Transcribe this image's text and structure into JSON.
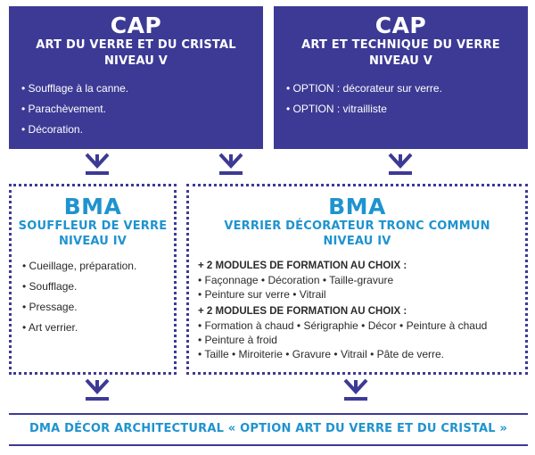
{
  "cap_left": {
    "title": "CAP",
    "subtitle_1": "ART DU VERRE ET DU CRISTAL",
    "subtitle_2": "NIVEAU V",
    "items": [
      "Soufflage à la canne.",
      "Parachèvement.",
      "Décoration."
    ]
  },
  "cap_right": {
    "title": "CAP",
    "subtitle_1": "ART ET TECHNIQUE DU VERRE",
    "subtitle_2": "NIVEAU V",
    "items": [
      "OPTION : décorateur sur verre.",
      "OPTION : vitrailliste"
    ]
  },
  "bma_left": {
    "title": "BMA",
    "subtitle_1": "SOUFFLEUR DE VERRE",
    "subtitle_2": "NIVEAU IV",
    "items": [
      "Cueillage, préparation.",
      "Soufflage.",
      "Pressage.",
      "Art verrier."
    ]
  },
  "bma_right": {
    "title": "BMA",
    "subtitle_1": "VERRIER DÉCORATEUR TRONC COMMUN",
    "subtitle_2": "NIVEAU IV",
    "module_group_1": {
      "title": "2 MODULES DE FORMATION AU CHOIX :",
      "lines": [
        "Façonnage • Décoration • Taille-gravure",
        "Peinture sur verre • Vitrail"
      ]
    },
    "module_group_2": {
      "title": "2 MODULES DE FORMATION AU CHOIX :",
      "lines": [
        "Formation à chaud • Sérigraphie • Décor • Peinture à chaud",
        "Peinture à froid",
        "Taille • Miroiterie • Gravure • Vitrail • Pâte de verre."
      ]
    }
  },
  "dma": {
    "title": "DMA DÉCOR ARCHITECTURAL « OPTION ART DU VERRE ET DU CRISTAL »"
  },
  "colors": {
    "primary": "#3d3a95",
    "accent": "#1f93cf"
  }
}
